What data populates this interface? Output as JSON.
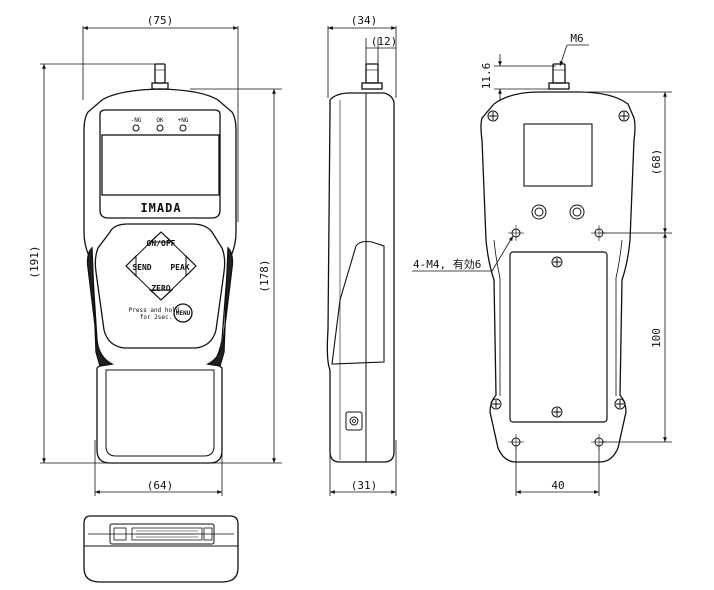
{
  "front": {
    "dims": {
      "width_top": "(75)",
      "width_bottom": "(64)",
      "height_total": "(191)",
      "height_body": "(178)"
    },
    "leds": {
      "minus_ng": "-NG",
      "ok": "OK",
      "plus_ng": "+NG"
    },
    "brand": "IMADA",
    "keys": {
      "on_off": "ON/OFF",
      "send": "SEND",
      "peak": "PEAK",
      "zero": "ZERO",
      "menu": "MENU"
    },
    "hint_line1": "Press and hold",
    "hint_line2": "for 2sec."
  },
  "side": {
    "dims": {
      "depth_top": "(34)",
      "shaft": "(12)",
      "depth_bottom": "(31)"
    }
  },
  "back": {
    "dims": {
      "thread": "M6",
      "shaft_height": "11.6",
      "upper": "(68)",
      "hole_spacing_v": "100",
      "hole_spacing_h": "40"
    },
    "holes_label": "4-M4, 有効6"
  }
}
